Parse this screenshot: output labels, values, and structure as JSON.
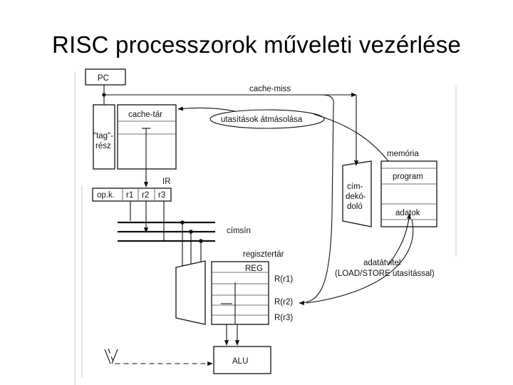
{
  "title": "RISC processzorok műveleti vezérlése",
  "labels": {
    "pc": "PC",
    "cache_miss": "cache-miss",
    "cache_tar": "cache-tár",
    "tag_line1": "\"tag\"-",
    "tag_line2": "rész",
    "utasitasok_atmasolasa": "utasítások átmásolása",
    "memoria": "memória",
    "program": "program",
    "adatok": "adatok",
    "cim_line1": "cím-",
    "cim_line2": "dekó-",
    "cim_line3": "doló",
    "ir": "IR",
    "opk": "op.k.",
    "r1": "r1",
    "r2": "r2",
    "r3": "r3",
    "cimsin": "címsín",
    "regisztertar": "regisztertár",
    "reg": "REG",
    "rr1": "R(r1)",
    "rr2": "R(r2)",
    "rr3": "R(r3)",
    "adatatvitel_line1": "adatátvitel",
    "adatatvitel_line2": "(LOAD/STORE utasítással)",
    "alu": "ALU"
  }
}
